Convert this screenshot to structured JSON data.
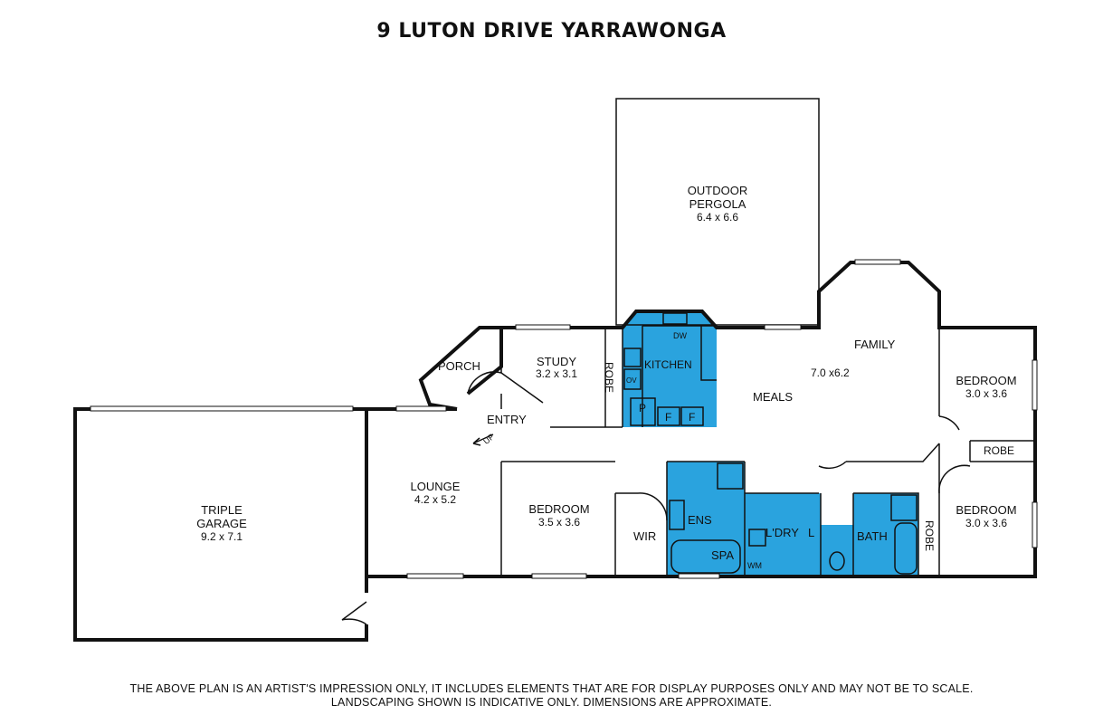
{
  "title": "9 LUTON DRIVE YARRAWONGA",
  "footer": {
    "line1": "THE ABOVE PLAN IS AN ARTIST'S IMPRESSION ONLY, IT INCLUDES ELEMENTS THAT ARE FOR DISPLAY PURPOSES ONLY AND MAY NOT BE TO SCALE.",
    "line2": "LANDSCAPING SHOWN IS INDICATIVE ONLY. DIMENSIONS ARE APPROXIMATE."
  },
  "colors": {
    "wet_area": "#2aa3de",
    "wall": "#111111"
  },
  "rooms": {
    "pergola": {
      "name": "OUTDOOR",
      "name2": "PERGOLA",
      "dims": "6.4 x 6.6"
    },
    "porch": {
      "name": "PORCH"
    },
    "study": {
      "name": "STUDY",
      "dims": "3.2 x 3.1"
    },
    "robe_study": {
      "name": "ROBE"
    },
    "kitchen": {
      "name": "KITCHEN",
      "dw": "DW",
      "ov": "OV",
      "p": "P",
      "f1": "F",
      "f2": "F"
    },
    "meals": {
      "name": "MEALS"
    },
    "family": {
      "name": "FAMILY",
      "dims": "7.0 x6.2"
    },
    "entry": {
      "name": "ENTRY",
      "up": "UP"
    },
    "garage": {
      "name": "TRIPLE",
      "name2": "GARAGE",
      "dims": "9.2 x 7.1"
    },
    "lounge": {
      "name": "LOUNGE",
      "dims": "4.2 x 5.2"
    },
    "bedroom_main": {
      "name": "BEDROOM",
      "dims": "3.5 x 3.6"
    },
    "wir": {
      "name": "WIR"
    },
    "ens": {
      "name": "ENS",
      "spa": "SPA"
    },
    "laundry": {
      "name": "L'DRY",
      "wm": "WM",
      "l": "L"
    },
    "bath": {
      "name": "BATH"
    },
    "robe_bath": {
      "name": "ROBE"
    },
    "bedroom_ne": {
      "name": "BEDROOM",
      "dims": "3.0 x 3.6"
    },
    "robe_east": {
      "name": "ROBE"
    },
    "bedroom_se": {
      "name": "BEDROOM",
      "dims": "3.0 x 3.6"
    }
  }
}
